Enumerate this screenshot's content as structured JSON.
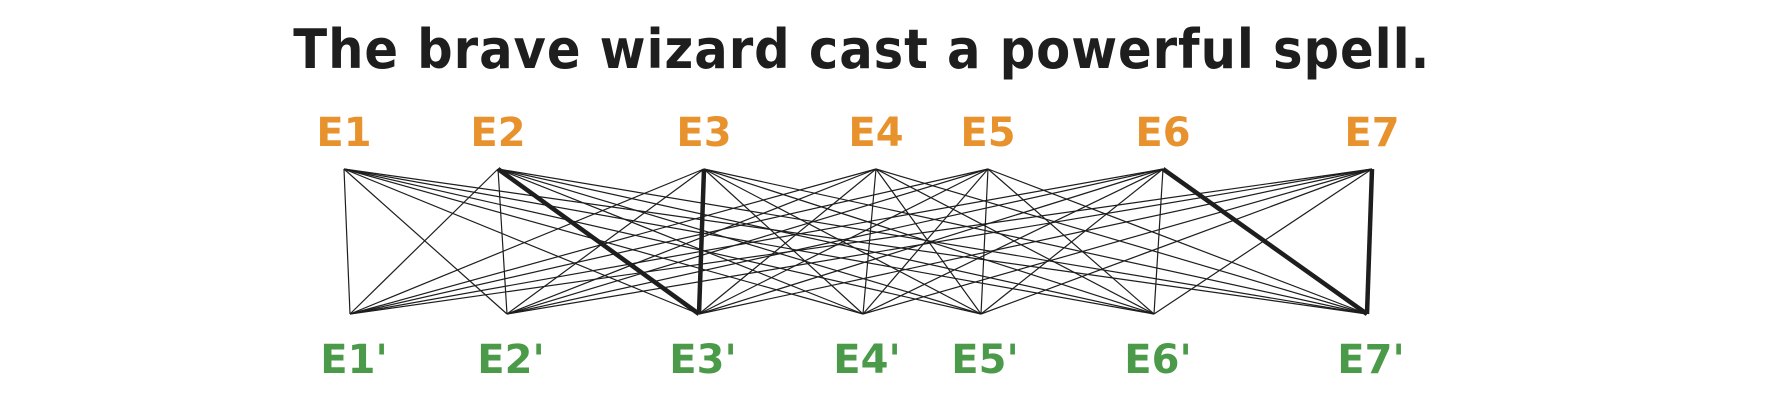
{
  "title": "The brave wizard cast a powerful spell.",
  "colors": {
    "source": "#e8922e",
    "target": "#4a9a4a",
    "edge": "#1e1e1e"
  },
  "source_nodes": [
    "E1",
    "E2",
    "E3",
    "E4",
    "E5",
    "E6",
    "E7"
  ],
  "target_nodes": [
    "E1'",
    "E2'",
    "E3'",
    "E4'",
    "E5'",
    "E6'",
    "E7'"
  ],
  "connectivity": "complete-bipartite",
  "highlighted_edges": [
    {
      "from": "E2",
      "to": "E3'"
    },
    {
      "from": "E3",
      "to": "E3'"
    },
    {
      "from": "E6",
      "to": "E7'"
    },
    {
      "from": "E7",
      "to": "E7'"
    }
  ]
}
